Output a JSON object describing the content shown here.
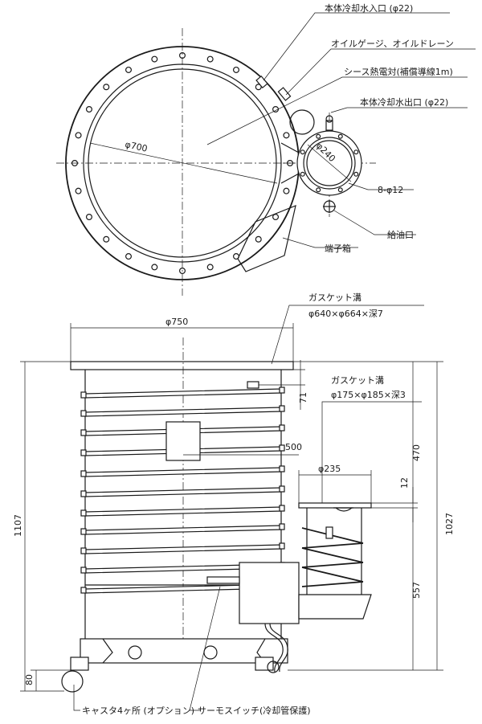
{
  "top_view": {
    "labels": {
      "cooling_water_inlet": "本体冷却水入口 (φ22)",
      "oil_gauge_drain": "オイルゲージ、オイルドレーン",
      "sheath_thermocouple": "シース熱電対(補償導線1m)",
      "cooling_water_outlet": "本体冷却水出口 (φ22)",
      "bolt_holes": "8-φ12",
      "oil_inlet": "給油口",
      "terminal_box": "端子箱"
    },
    "dims": {
      "main_diameter": "φ700",
      "sub_diameter": "φ240"
    }
  },
  "side_view": {
    "labels": {
      "gasket_groove_top": "ガスケット溝",
      "gasket_groove_top_dims": "φ640×φ664×深7",
      "gasket_groove_sub": "ガスケット溝",
      "gasket_groove_sub_dims": "φ175×φ185×深3",
      "casters": "キャスタ4ヶ所 (オプション)",
      "thermo_switch": "サーモスイッチ(冷却管保護)"
    },
    "dims": {
      "flange_diameter": "φ750",
      "sub_flange_diameter": "φ235",
      "total_height": "1107",
      "sub_height": "1027",
      "offset_500": "500",
      "d71": "71",
      "d470": "470",
      "d12": "12",
      "d557": "557",
      "d80": "80"
    }
  },
  "colors": {
    "line": "#1a1a1a",
    "background": "#ffffff"
  }
}
